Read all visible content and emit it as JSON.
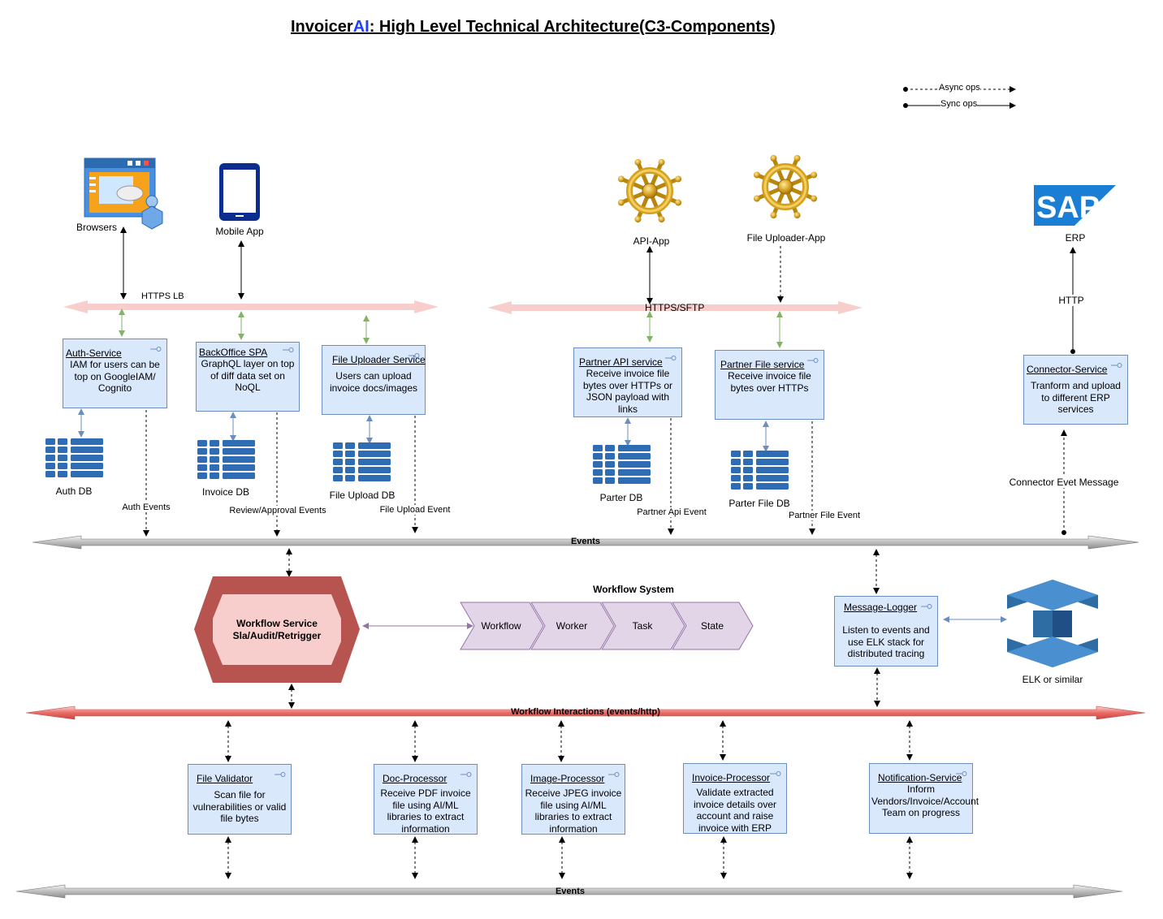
{
  "title": {
    "part1": "Invoicer",
    "part2": "AI",
    "part3": ": High Level Technical Architecture(C3-Components)"
  },
  "legend": {
    "async": "Async ops",
    "sync": "Sync ops"
  },
  "clients": {
    "browsers": "Browsers",
    "mobile": "Mobile App",
    "api_app": "API-App",
    "file_uploader_app": "File Uploader-App",
    "erp": "ERP",
    "sap_logo_text": "SAP"
  },
  "channels": {
    "https_lb": "HTTPS LB",
    "https_sftp": "HTTPS/SFTP",
    "http": "HTTP",
    "connector_msg": "Connector Evet Message",
    "events_top": "Events",
    "workflow_interactions": "Workflow Interactions (events/http)",
    "events_bottom": "Events"
  },
  "services": {
    "auth": {
      "name": "Auth-Service",
      "desc": "IAM for users can be top on GoogleIAM/ Cognito"
    },
    "backoffice": {
      "name": "BackOffice SPA",
      "desc": "GraphQL layer on top of diff data set on NoQL"
    },
    "uploader": {
      "name": "File Uploader Service",
      "desc": "Users can upload invoice docs/images"
    },
    "partner_api": {
      "name": "Partner API service",
      "desc": "Receive invoice file bytes over HTTPs or JSON payload with links"
    },
    "partner_file": {
      "name": "Partner File service",
      "desc": "Receive invoice file bytes over HTTPs"
    },
    "connector": {
      "name": "Connector-Service",
      "desc": "Tranform and upload to different ERP services"
    },
    "logger": {
      "name": "Message-Logger",
      "desc": "Listen to events and use ELK stack for distributed tracing"
    },
    "validator": {
      "name": "File Validator",
      "desc": "Scan file for vulnerabilities or valid file bytes"
    },
    "doc": {
      "name": "Doc-Processor",
      "desc": "Receive PDF invoice file using AI/ML libraries to extract information"
    },
    "image": {
      "name": "Image-Processor",
      "desc": "Receive JPEG invoice file using AI/ML libraries to extract information"
    },
    "invoice": {
      "name": "Invoice-Processor",
      "desc": "Validate extracted invoice details over account and raise invoice with ERP"
    },
    "notification": {
      "name": "Notification-Service",
      "desc": "Inform Vendors/Invoice/Account Team on progress"
    }
  },
  "databases": {
    "auth": "Auth DB",
    "invoice": "Invoice DB",
    "upload": "File Upload DB",
    "partner": "Parter DB",
    "partner_file": "Parter File DB"
  },
  "events": {
    "auth": "Auth Events",
    "review": "Review/Approval Events",
    "upload": "File Upload Event",
    "partner_api": "Partner Api Event",
    "partner_file": "Partner File Event"
  },
  "workflow": {
    "service_line1": "Workflow Service",
    "service_line2": "Sla/Audit/Retrigger",
    "system_label": "Workflow System",
    "steps": [
      "Workflow",
      "Worker",
      "Task",
      "State"
    ]
  },
  "elk": "ELK or similar",
  "colors": {
    "service_fill": "#dae8fc",
    "service_stroke": "#6c8ebf",
    "db_blue": "#2e6db4",
    "workflow_hex": "#b85450",
    "workflow_inner": "#f8cecc",
    "step_fill": "#e1d5e7",
    "step_stroke": "#9673a6",
    "lb_arrow": "#f8cecc",
    "event_bus": "#d9d9d9",
    "wf_bus": "#f19c99",
    "green_link": "#82b366",
    "blue_link": "#6c8ebf"
  }
}
